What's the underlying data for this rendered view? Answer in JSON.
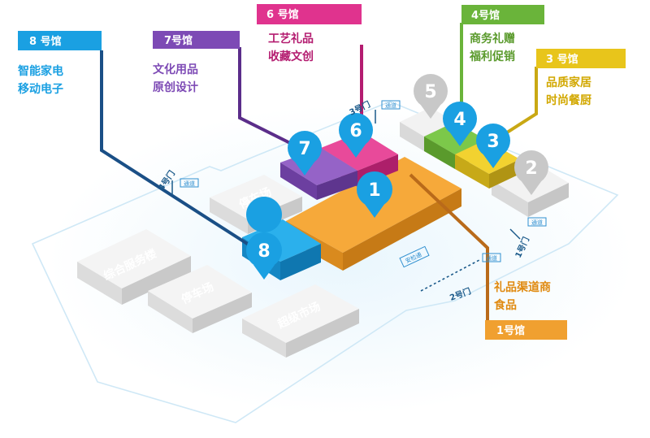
{
  "halls": {
    "h8": {
      "badge": "8 号馆",
      "line1": "智能家电",
      "line2": "移动电子",
      "num": "8",
      "color": "#1aa0e2"
    },
    "h7": {
      "badge": "7号馆",
      "line1": "文化用品",
      "line2": "原创设计",
      "num": "7",
      "color": "#7d4ab5"
    },
    "h6": {
      "badge": "6 号馆",
      "line1": "工艺礼品",
      "line2": "收藏文创",
      "num": "6",
      "color": "#e0338e"
    },
    "h5": {
      "num": "5",
      "color": "#cfcfcf"
    },
    "h4": {
      "badge": "4号馆",
      "line1": "商务礼赠",
      "line2": "福利促销",
      "num": "4",
      "color": "#6ab43a"
    },
    "h3": {
      "badge": "3 号馆",
      "line1": "品质家居",
      "line2": "时尚餐厨",
      "num": "3",
      "color": "#e8c51b"
    },
    "h2": {
      "num": "2",
      "color": "#d4d4d4"
    },
    "h1": {
      "badge": "1号馆",
      "line1": "礼品渠道商",
      "line2": "食品",
      "num": "1",
      "color": "#f0a030"
    }
  },
  "buildings": {
    "service": "综合服务楼",
    "parking_left": "停车场",
    "parking_top": "停车场",
    "supermarket": "超级市场"
  },
  "gates": {
    "g1": "1号门",
    "g2": "2号门",
    "g3": "3号门",
    "g4": "4号门"
  },
  "small_labels": {
    "security": "安检通",
    "g1_tag": "通道",
    "g2_tag": "通道",
    "g3_tag": "通道",
    "g4_tag": "通道"
  }
}
